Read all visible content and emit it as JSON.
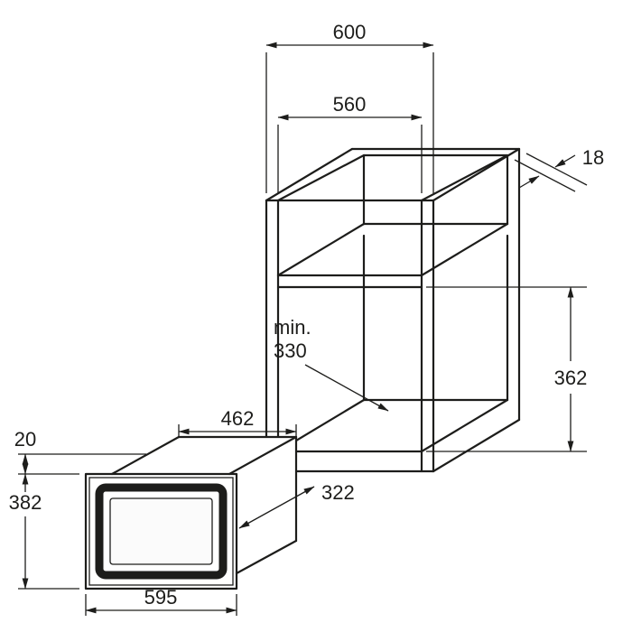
{
  "page": {
    "background": "#ffffff",
    "line_color": "#1d1d1b"
  },
  "cabinet": {
    "dim_outer_width": "600",
    "dim_inner_width": "560",
    "dim_panel_thickness": "18",
    "dim_niche_height": "362",
    "dim_min_depth_line1": "min.",
    "dim_min_depth_line2": "330"
  },
  "microwave": {
    "dim_body_width": "462",
    "dim_top_clearance": "20",
    "dim_frame_height": "382",
    "dim_body_depth": "322",
    "dim_frame_width": "595"
  }
}
